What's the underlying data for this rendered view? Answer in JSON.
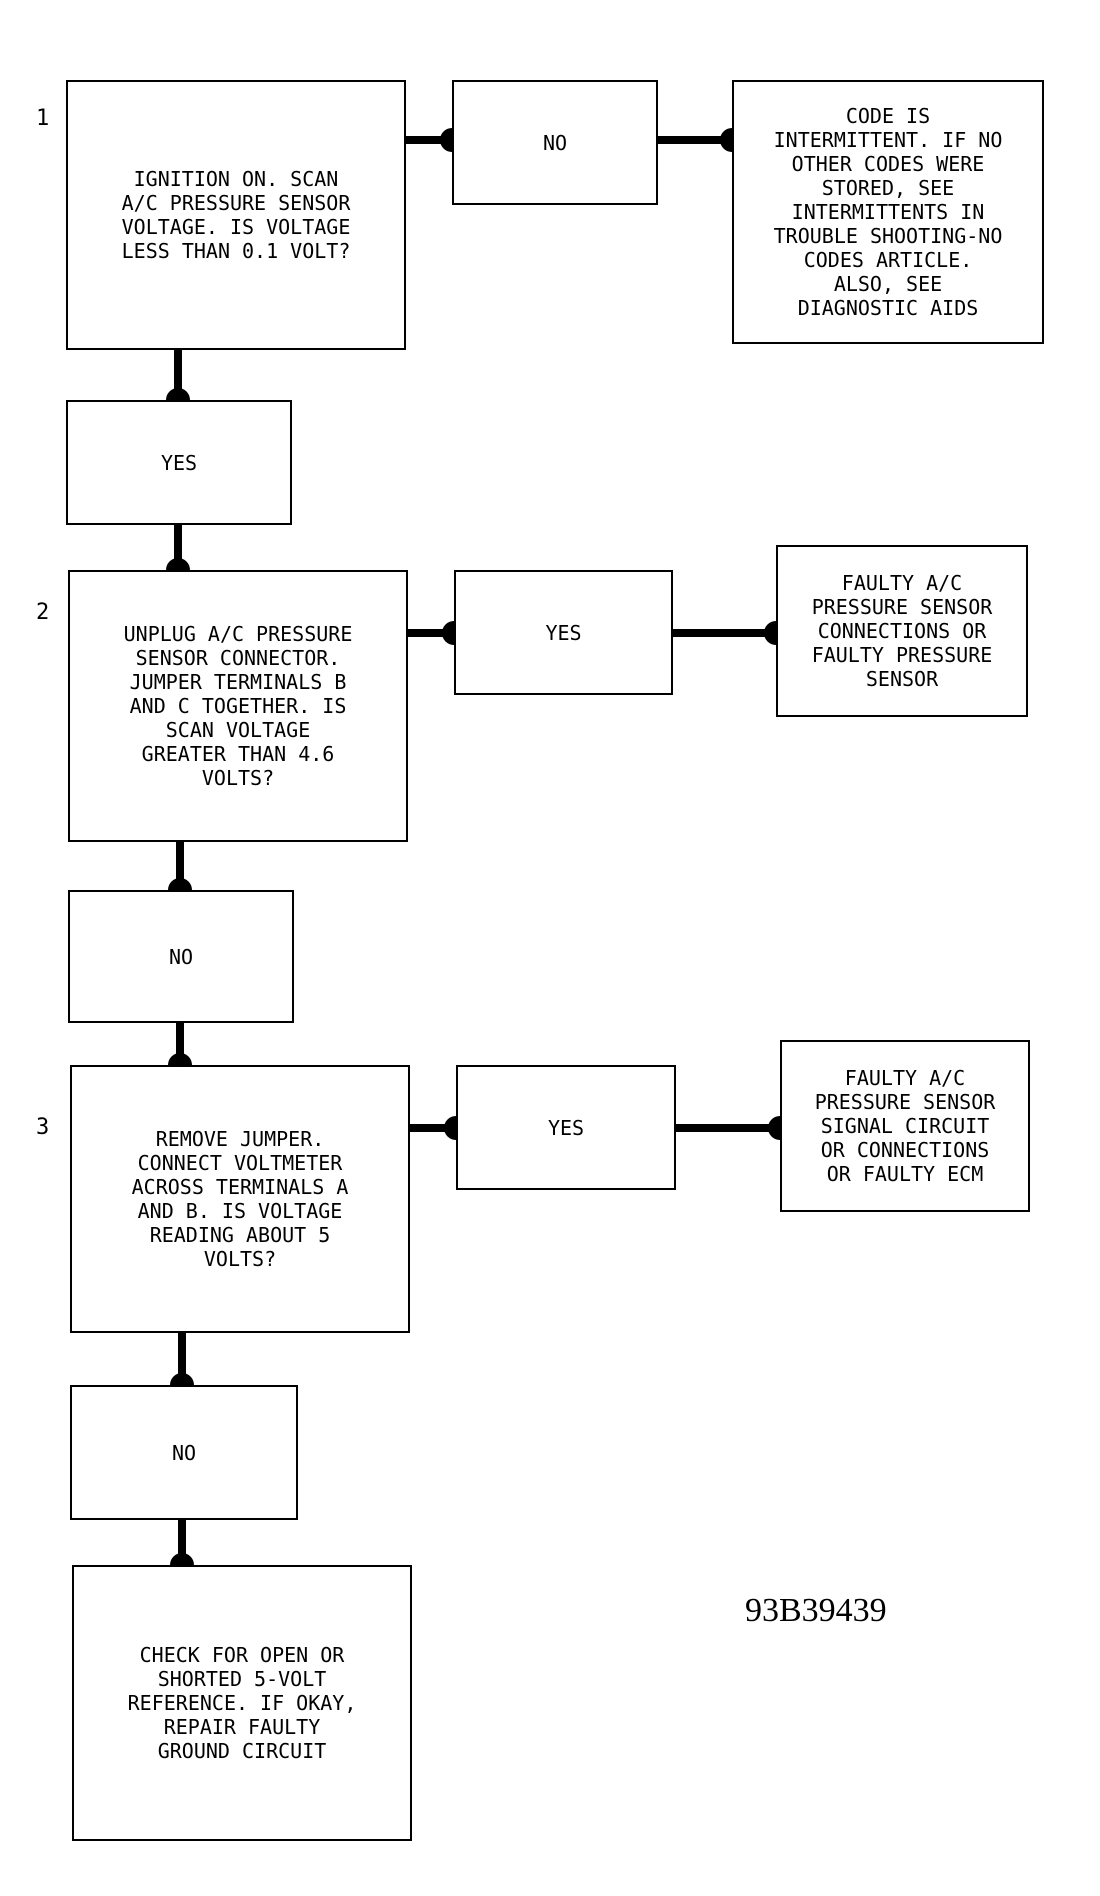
{
  "step_numbers": [
    "1",
    "2",
    "3"
  ],
  "boxes": {
    "q1": "IGNITION ON. SCAN\nA/C PRESSURE SENSOR\nVOLTAGE. IS VOLTAGE\nLESS THAN 0.1 VOLT?",
    "q1_no": "NO",
    "q1_no_result": "CODE IS\nINTERMITTENT. IF NO\nOTHER CODES WERE\nSTORED, SEE\nINTERMITTENTS IN\nTROUBLE SHOOTING-NO\nCODES ARTICLE.\nALSO, SEE\nDIAGNOSTIC AIDS",
    "q1_yes": "YES",
    "q2": "UNPLUG A/C PRESSURE\nSENSOR CONNECTOR.\nJUMPER TERMINALS B\nAND C TOGETHER. IS\nSCAN VOLTAGE\nGREATER THAN 4.6\nVOLTS?",
    "q2_yes": "YES",
    "q2_yes_result": "FAULTY A/C\nPRESSURE SENSOR\nCONNECTIONS OR\nFAULTY PRESSURE\nSENSOR",
    "q2_no": "NO",
    "q3": "REMOVE JUMPER.\nCONNECT VOLTMETER\nACROSS TERMINALS A\nAND B. IS VOLTAGE\nREADING ABOUT 5\nVOLTS?",
    "q3_yes": "YES",
    "q3_yes_result": "FAULTY A/C\nPRESSURE SENSOR\nSIGNAL CIRCUIT\nOR CONNECTIONS\nOR FAULTY ECM",
    "q3_no": "NO",
    "final": "CHECK FOR OPEN OR\nSHORTED 5-VOLT\nREFERENCE. IF OKAY,\nREPAIR FAULTY\nGROUND CIRCUIT"
  },
  "figure_id": "93B39439"
}
